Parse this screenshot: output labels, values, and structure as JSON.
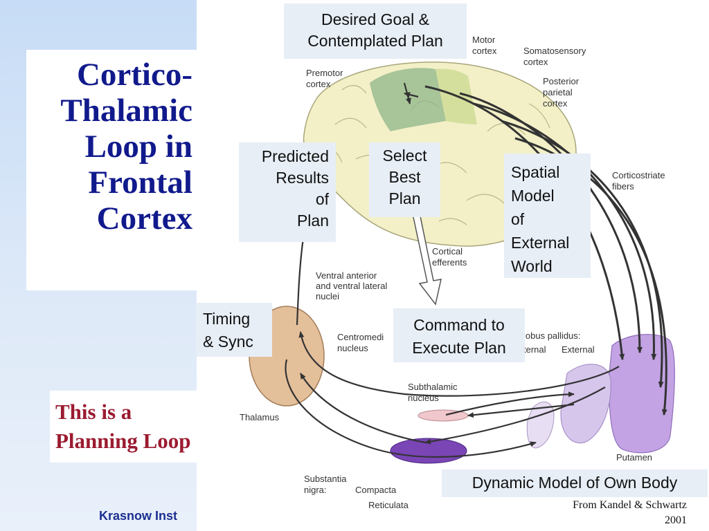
{
  "title_lines": [
    "Cortico-",
    "Thalamic",
    "Loop in",
    "Frontal",
    "Cortex"
  ],
  "subtitle_lines": [
    "This is a",
    "Planning Loop"
  ],
  "institute": "Krasnow Inst",
  "callouts": {
    "desired_goal": [
      "Desired Goal &",
      "Contemplated Plan"
    ],
    "predicted_results": [
      "Predicted",
      "Results",
      "of",
      "Plan"
    ],
    "select_best": [
      "Select",
      "Best",
      "Plan"
    ],
    "spatial_model": [
      "Spatial",
      "Model",
      "of",
      "External",
      "World"
    ],
    "timing": [
      "Timing",
      "& Sync"
    ],
    "command": [
      "Command to",
      "Execute Plan"
    ],
    "dynamic_model": [
      "Dynamic Model of Own Body"
    ]
  },
  "labels": {
    "motor_cortex": [
      "Motor",
      "cortex"
    ],
    "somatosensory": [
      "Somatosensory",
      "cortex"
    ],
    "premotor": [
      "Premotor",
      "cortex"
    ],
    "posterior_parietal": [
      "Posterior",
      "parietal",
      "cortex"
    ],
    "corticostriate": [
      "Corticostriate",
      "fibers"
    ],
    "cortical_efferents": [
      "Cortical",
      "efferents"
    ],
    "ventral_nuclei": [
      "Ventral anterior",
      "and ventral lateral",
      "nuclei"
    ],
    "centromedian": [
      "Centromedi",
      "nucleus"
    ],
    "globus_pallidus": "lobus pallidus:",
    "gp_internal": "ternal",
    "gp_external": "External",
    "subthalamic": [
      "Subthalamic",
      "nucleus"
    ],
    "thalamus": "Thalamus",
    "putamen": "Putamen",
    "substantia": [
      "Substantia",
      "nigra:"
    ],
    "compacta": "Compacta",
    "reticulata": "Reticulata"
  },
  "credit_lines": [
    "From Kandel & Schwartz",
    "2001"
  ],
  "colors": {
    "title": "#111a8c",
    "subtitle": "#9b1b30",
    "institute": "#1b2f8f",
    "callout_bg": "#e7eef6",
    "background_blue": "#c7dcf6",
    "brain": "#f3f0c8",
    "motor_region": "#8fb58a",
    "thalamus": "#e3bf9a",
    "putamen": "#c3a3e3",
    "pathway": "#333333"
  }
}
